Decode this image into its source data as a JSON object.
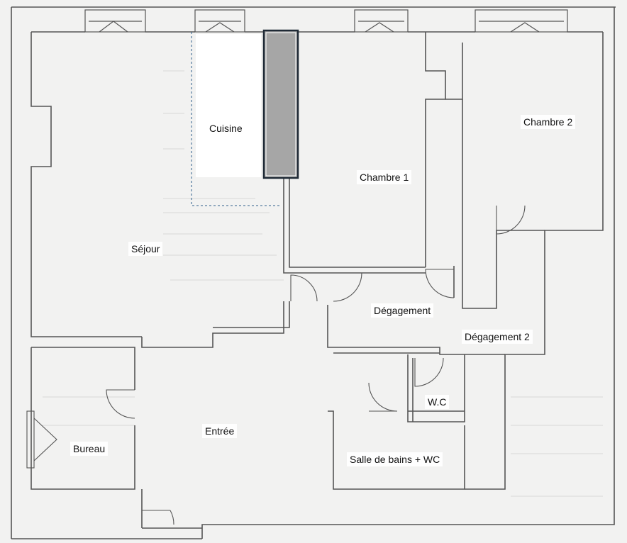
{
  "rooms": {
    "cuisine": "Cuisine",
    "chambre1": "Chambre 1",
    "chambre2": "Chambre 2",
    "sejour": "Séjour",
    "degagement": "Dégagement",
    "degagement2": "Dégagement 2",
    "wc": "W.C",
    "bureau": "Bureau",
    "entree": "Entrée",
    "salle_de_bains": "Salle de bains + WC"
  },
  "colors": {
    "background": "#f2f2f1",
    "wall": "#555555",
    "cabinet_fill": "#a6a6a6",
    "cabinet_border": "#1f2a36",
    "dashed_outline": "#2f5f8a",
    "room_label_bg": "#ffffff"
  }
}
